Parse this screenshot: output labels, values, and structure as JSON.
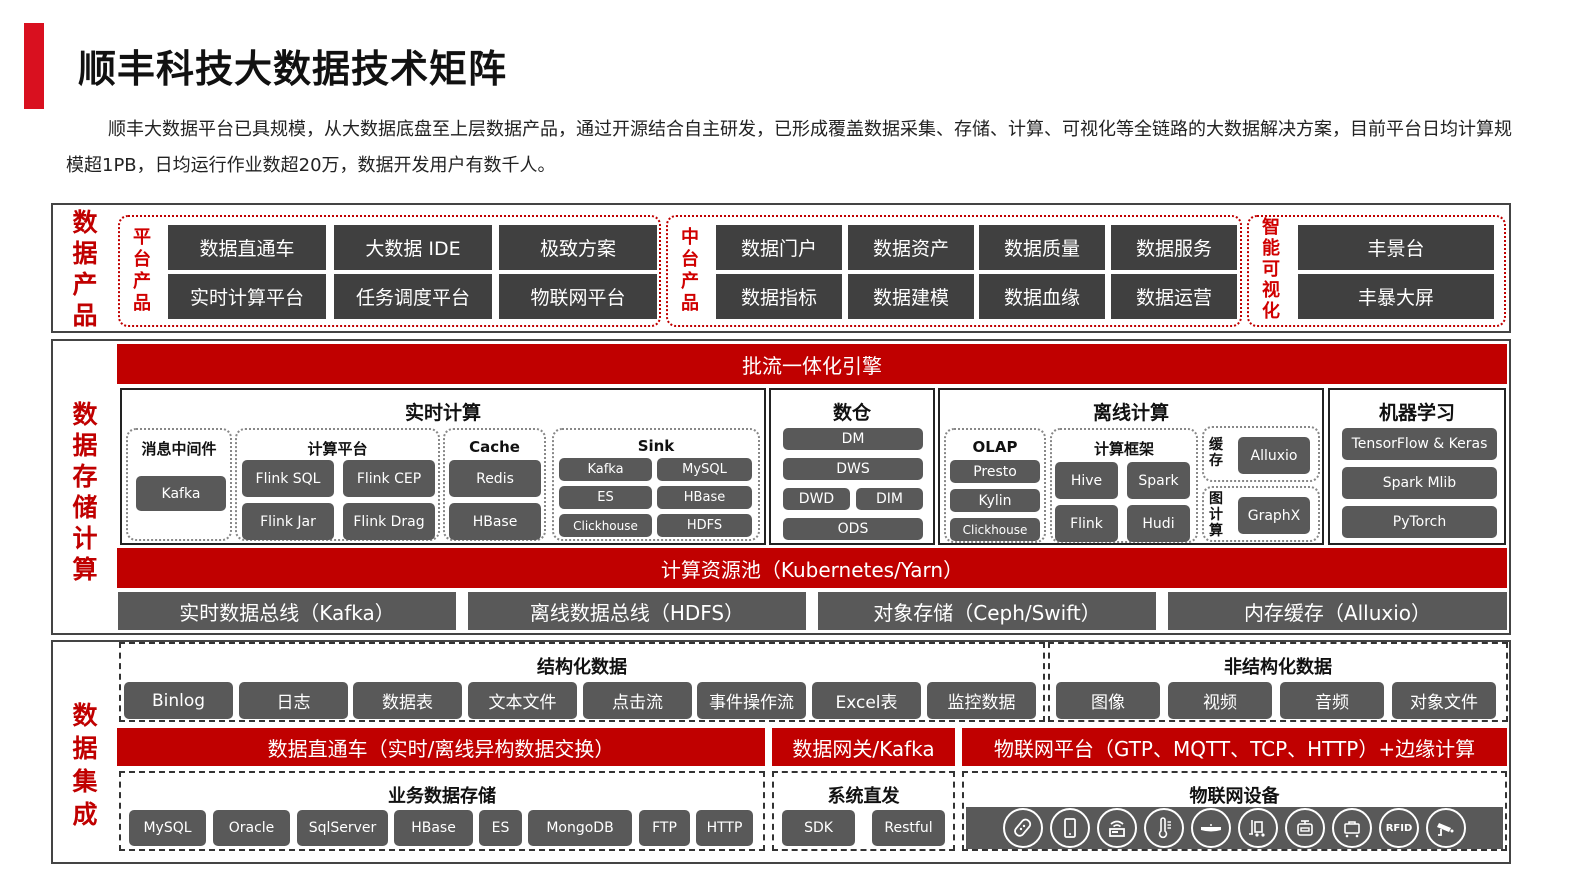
{
  "header": {
    "title": "顺丰科技大数据技术矩阵",
    "description": "顺丰大数据平台已具规模，从大数据底盘至上层数据产品，通过开源结合自主研发，已形成覆盖数据采集、存储、计算、可视化等全链路的大数据解决方案，目前平台日均计算规模超1PB，日均运行作业数超20万，数据开发用户有数千人。",
    "accent_color": "#d9101f"
  },
  "products": {
    "label": "数据产品",
    "platform": {
      "label": "平台产品",
      "items": [
        "数据直通车",
        "大数据 IDE",
        "极致方案",
        "实时计算平台",
        "任务调度平台",
        "物联网平台"
      ]
    },
    "middle": {
      "label": "中台产品",
      "items": [
        "数据门户",
        "数据资产",
        "数据质量",
        "数据服务",
        "数据指标",
        "数据建模",
        "数据血缘",
        "数据运营"
      ]
    },
    "visual": {
      "label": "智能可视化",
      "items": [
        "丰景台",
        "丰暴大屏"
      ]
    }
  },
  "storage": {
    "label": "数据存储计算",
    "engine": "批流一体化引擎",
    "realtime": {
      "title": "实时计算",
      "mq": {
        "title": "消息中间件",
        "items": [
          "Kafka"
        ]
      },
      "platform": {
        "title": "计算平台",
        "items": [
          "Flink SQL",
          "Flink CEP",
          "Flink Jar",
          "Flink Drag"
        ]
      },
      "cache": {
        "title": "Cache",
        "items": [
          "Redis",
          "HBase"
        ]
      },
      "sink": {
        "title": "Sink",
        "items": [
          "Kafka",
          "MySQL",
          "ES",
          "HBase",
          "Clickhouse",
          "HDFS"
        ]
      }
    },
    "warehouse": {
      "title": "数仓",
      "items": [
        "DM",
        "DWS",
        "DWD",
        "DIM",
        "ODS"
      ]
    },
    "offline": {
      "title": "离线计算",
      "olap": {
        "title": "OLAP",
        "items": [
          "Presto",
          "Kylin",
          "Clickhouse"
        ]
      },
      "framework": {
        "title": "计算框架",
        "items": [
          "Hive",
          "Spark",
          "Flink",
          "Hudi"
        ]
      },
      "cache": {
        "label": "缓存",
        "item": "Alluxio"
      },
      "graph": {
        "label": "图计算",
        "item": "GraphX"
      }
    },
    "ml": {
      "title": "机器学习",
      "items": [
        "TensorFlow & Keras",
        "Spark Mlib",
        "PyTorch"
      ]
    },
    "resource_pool": "计算资源池（Kubernetes/Yarn）",
    "buses": [
      "实时数据总线（Kafka）",
      "离线数据总线（HDFS）",
      "对象存储（Ceph/Swift）",
      "内存缓存（Alluxio）"
    ]
  },
  "integration": {
    "label": "数据集成",
    "structured": {
      "title": "结构化数据",
      "items": [
        "Binlog",
        "日志",
        "数据表",
        "文本文件",
        "点击流",
        "事件操作流",
        "Excel表",
        "监控数据"
      ]
    },
    "unstructured": {
      "title": "非结构化数据",
      "items": [
        "图像",
        "视频",
        "音频",
        "对象文件"
      ]
    },
    "channels": [
      "数据直通车（实时/离线异构数据交换）",
      "数据网关/Kafka",
      "物联网平台（GTP、MQTT、TCP、HTTP）+边缘计算"
    ],
    "business": {
      "title": "业务数据存储",
      "items": [
        "MySQL",
        "Oracle",
        "SqlServer",
        "HBase",
        "ES",
        "MongoDB",
        "FTP",
        "HTTP"
      ]
    },
    "system": {
      "title": "系统直发",
      "items": [
        "SDK",
        "Restful"
      ]
    },
    "iot": {
      "title": "物联网设备",
      "icons": [
        "wristband-icon",
        "phone-icon",
        "wifi-router-icon",
        "thermometer-icon",
        "scanner-device-icon",
        "forklift-icon",
        "scale-icon",
        "luggage-cart-icon",
        "rfid-icon",
        "camera-icon"
      ],
      "rfid_text": "RFID"
    }
  },
  "colors": {
    "red": "#c00000",
    "dark_box": "#404040",
    "grey_box": "#595959"
  }
}
